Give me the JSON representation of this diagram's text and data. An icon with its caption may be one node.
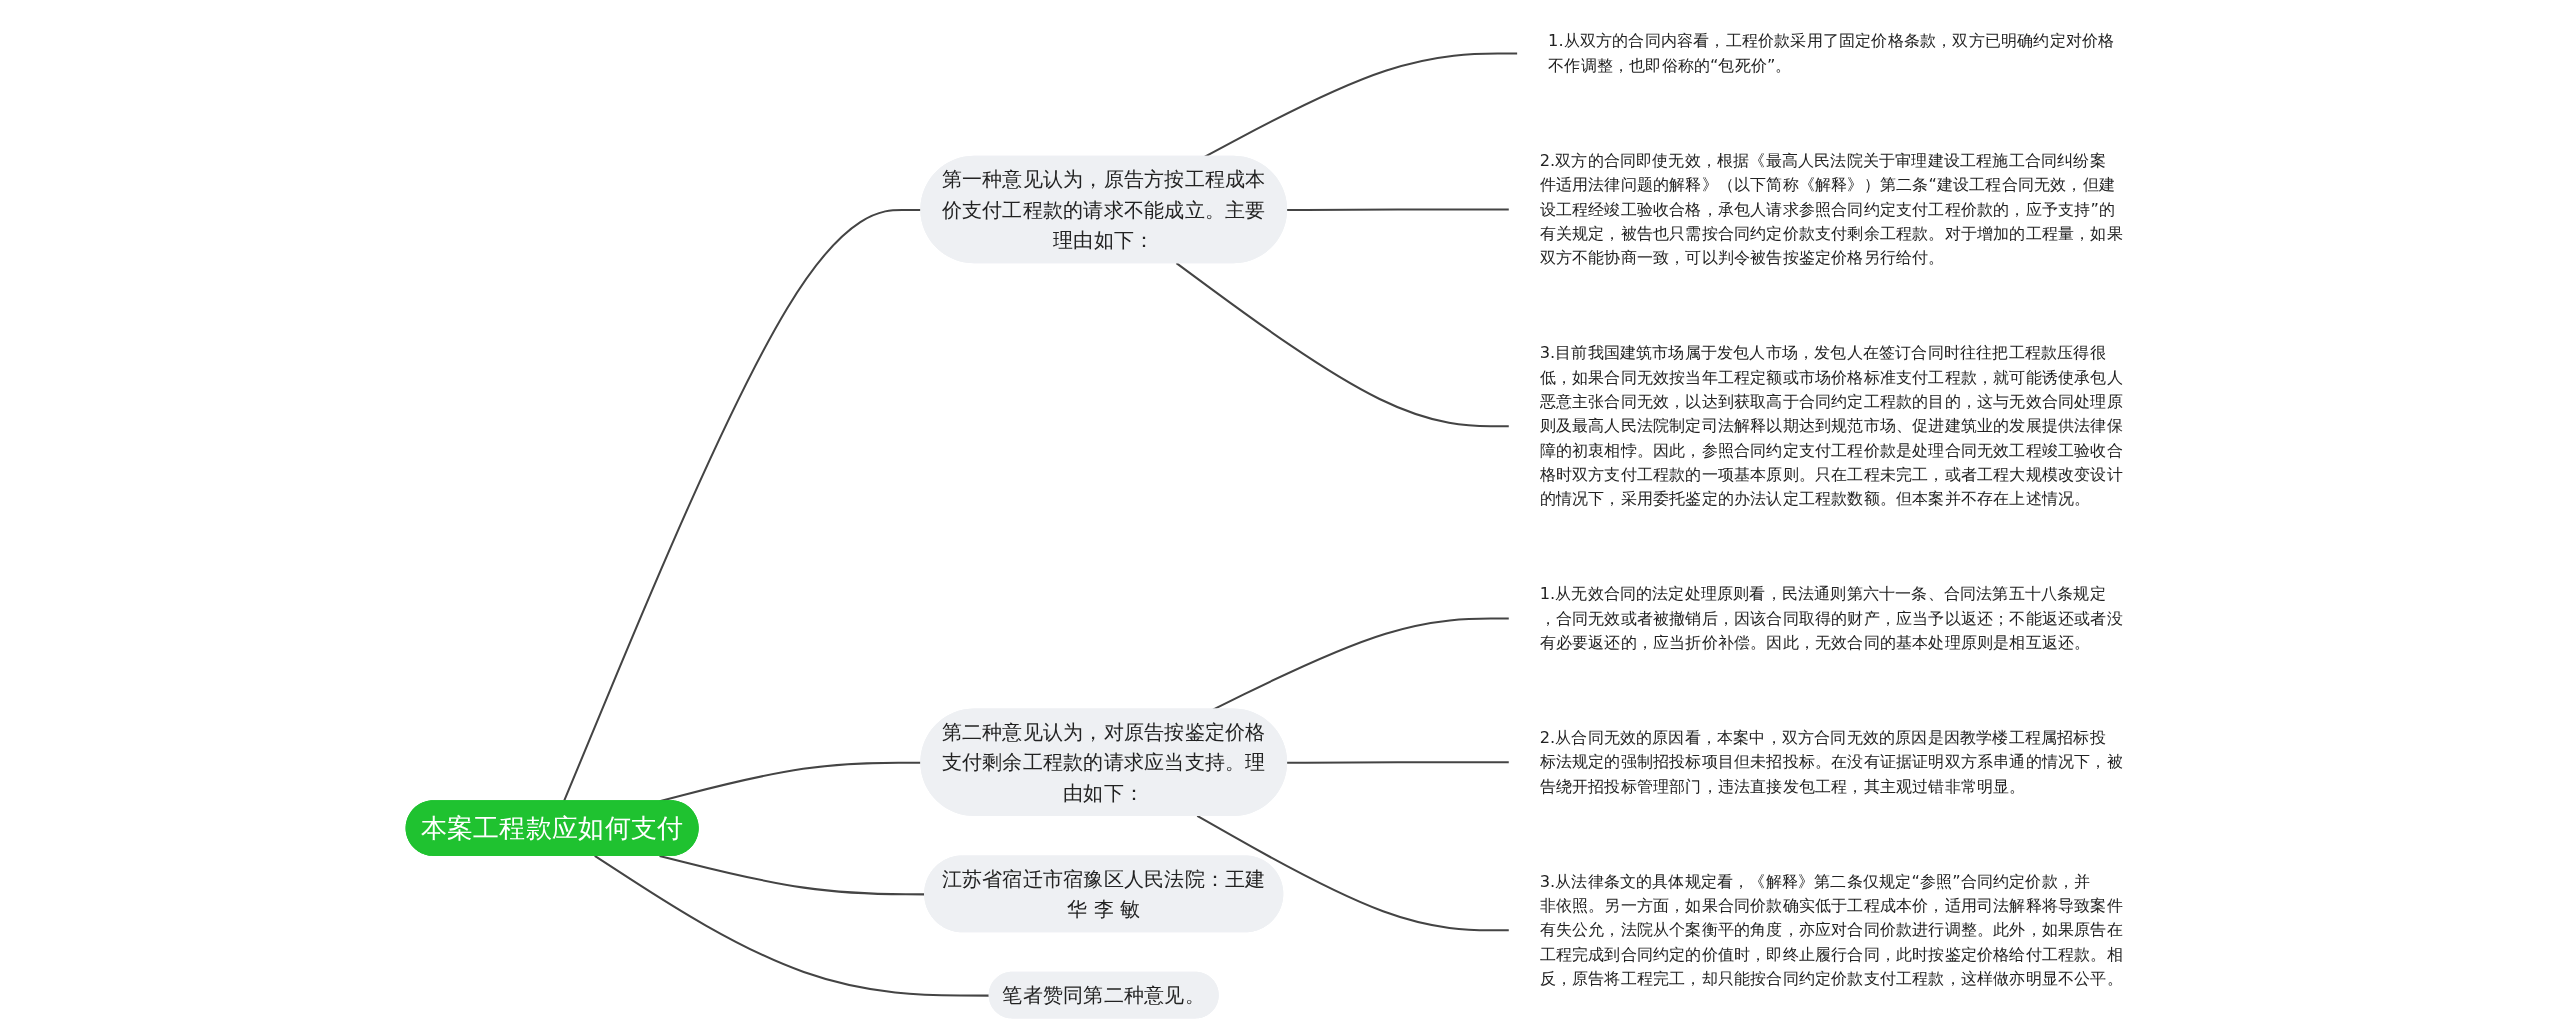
{
  "diagram": {
    "nodes": [
      {
        "text": [
          "本案工程款应如何支付"
        ]
      },
      {
        "text": [
          "第一种意见认为，原告方按工程成本价支付工程款的请求不能成立。主要理由如下："
        ]
      },
      {
        "text": [
          "1.从双方的合同内容看，工程价款采用了固定价格条款，双方已明确约定对价格不作调整，也即俗称的“包死价”。"
        ]
      },
      {
        "text": [
          "2.双方的合同即使无效，根据《最高人民法院关于审理建设工程施工合同纠纷案件适用法律问题的解释》（以下简称《解释》）第二条“建设工程合同无效，但建设工程经竣工验收合格，承包人请求参照合同约定支付工程价款的，应予支持”的有关规定，被告也只需按合同约定价款支付剩余工程款。对于增加的工程量，如果双方不能协商一致，可以判令被告按鉴定价格另行给付。"
        ]
      },
      {
        "text": [
          "3.目前我国建筑市场属于发包人市场，发包人在签订合同时往往把工程款压得很低，如果合同无效按当年工程定额或市场价格标准支付工程款，就可能诱使承包人恶意主张合同无效，以达到获取高于合同约定工程款的目的，这与无效合同处理原则及最高人民法院制定司法解释以期达到规范市场、促进建筑业的发展提供法律保障的初衷相悖。因此，参照合同约定支付工程价款是处理合同无效工程竣工验收合格时双方支付工程款的一项基本原则。只在工程未完工，或者工程大规模改变设计的情况下，采用委托鉴定的办法认定工程款数额。但本案并不存在上述情况。"
        ]
      },
      {
        "text": [
          "第二种意见认为，对原告按鉴定价格支付剩余工程款的请求应当支持。理由如下："
        ]
      },
      {
        "text": [
          "1.从无效合同的法定处理原则看，民法通则第六十一条、合同法第五十八条规定，合同无效或者被撤销后，因该合同取得的财产，应当予以返还；不能返还或者没有必要返还的，应当折价补偿。因此，无效合同的基本处理原则是相互返还。"
        ]
      },
      {
        "text": [
          "2.从合同无效的原因看，本案中，双方合同无效的原因是因教学楼工程属招标投标法规定的强制招投标项目但未招投标。在没有证据证明双方系串通的情况下，被告绕开招投标管理部门，违法直接发包工程，其主观过错非常明显。"
        ]
      },
      {
        "text": [
          "3.从法律条文的具体规定看，《解释》第二条仅规定“参照”合同约定价款，并非依照。另一方面，如果合同价款确实低于工程成本价，适用司法解释将导致案件有失公允，法院从个案衡平的角度，亦应对合同价款进行调整。此外，如果原告在工程完成到合同约定的价值时，即终止履行合同，此时按鉴定价格给付工程款。相反，原告将工程完工，却只能按合同约定价款支付工程款，这样做亦明显不公平。"
        ]
      },
      {
        "text": [
          "江苏省宿迁市宿豫区人民法院：王建华 李 敏"
        ]
      },
      {
        "text": [
          "笔者赞同第二种意见。"
        ]
      }
    ],
    "edges": [
      {
        "from": 0,
        "to": 1,
        "arrow": "none"
      },
      {
        "from": 1,
        "to": 2,
        "arrow": "none"
      },
      {
        "from": 1,
        "to": 3,
        "arrow": "none"
      },
      {
        "from": 1,
        "to": 4,
        "arrow": "none"
      },
      {
        "from": 0,
        "to": 5,
        "arrow": "none"
      },
      {
        "from": 5,
        "to": 6,
        "arrow": "none"
      },
      {
        "from": 5,
        "to": 7,
        "arrow": "none"
      },
      {
        "from": 5,
        "to": 8,
        "arrow": "none"
      },
      {
        "from": 0,
        "to": 9,
        "arrow": "none"
      },
      {
        "from": 0,
        "to": 10,
        "arrow": "none"
      }
    ]
  }
}
